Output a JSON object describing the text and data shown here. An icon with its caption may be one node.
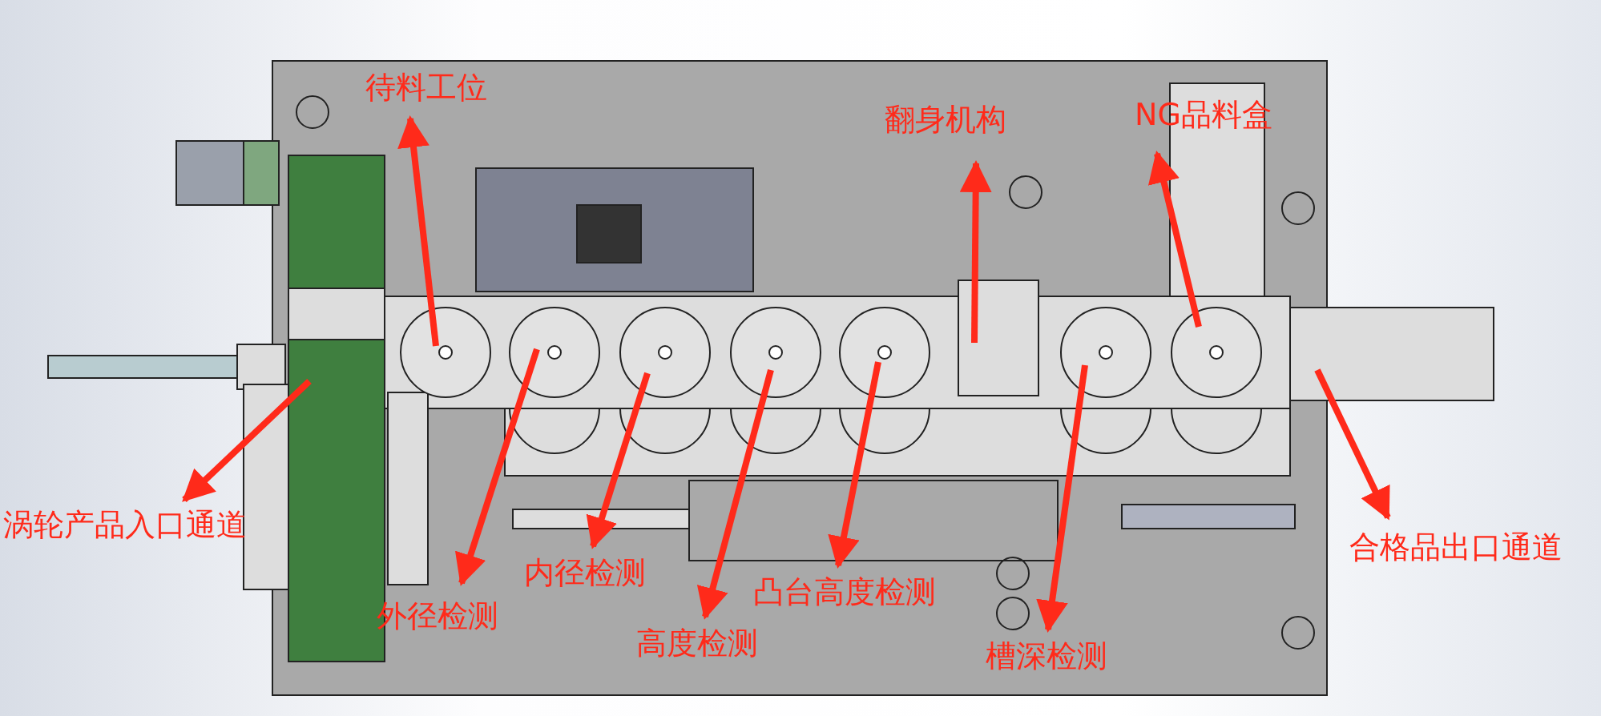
{
  "diagram": {
    "nodes": [
      {
        "text": [
          "待料工位"
        ]
      },
      {
        "text": [
          "翻身机构"
        ]
      },
      {
        "text": [
          "NG品料盒"
        ]
      },
      {
        "text": [
          "涡轮产品入口通道"
        ]
      },
      {
        "text": [
          "外径检测"
        ]
      },
      {
        "text": [
          "内径检测"
        ]
      },
      {
        "text": [
          "高度检测"
        ]
      },
      {
        "text": [
          "凸台高度检测"
        ]
      },
      {
        "text": [
          "槽深检测"
        ]
      },
      {
        "text": [
          "合格品出口通道"
        ]
      }
    ],
    "edges": [
      {
        "from": null,
        "to": 0,
        "arrow": "to"
      },
      {
        "from": null,
        "to": 1,
        "arrow": "to"
      },
      {
        "from": null,
        "to": 2,
        "arrow": "to"
      },
      {
        "from": null,
        "to": 3,
        "arrow": "to"
      },
      {
        "from": null,
        "to": 4,
        "arrow": "to"
      },
      {
        "from": null,
        "to": 5,
        "arrow": "to"
      },
      {
        "from": null,
        "to": 6,
        "arrow": "to"
      },
      {
        "from": null,
        "to": 7,
        "arrow": "to"
      },
      {
        "from": null,
        "to": 8,
        "arrow": "to"
      },
      {
        "from": null,
        "to": 9,
        "arrow": "to"
      }
    ]
  }
}
